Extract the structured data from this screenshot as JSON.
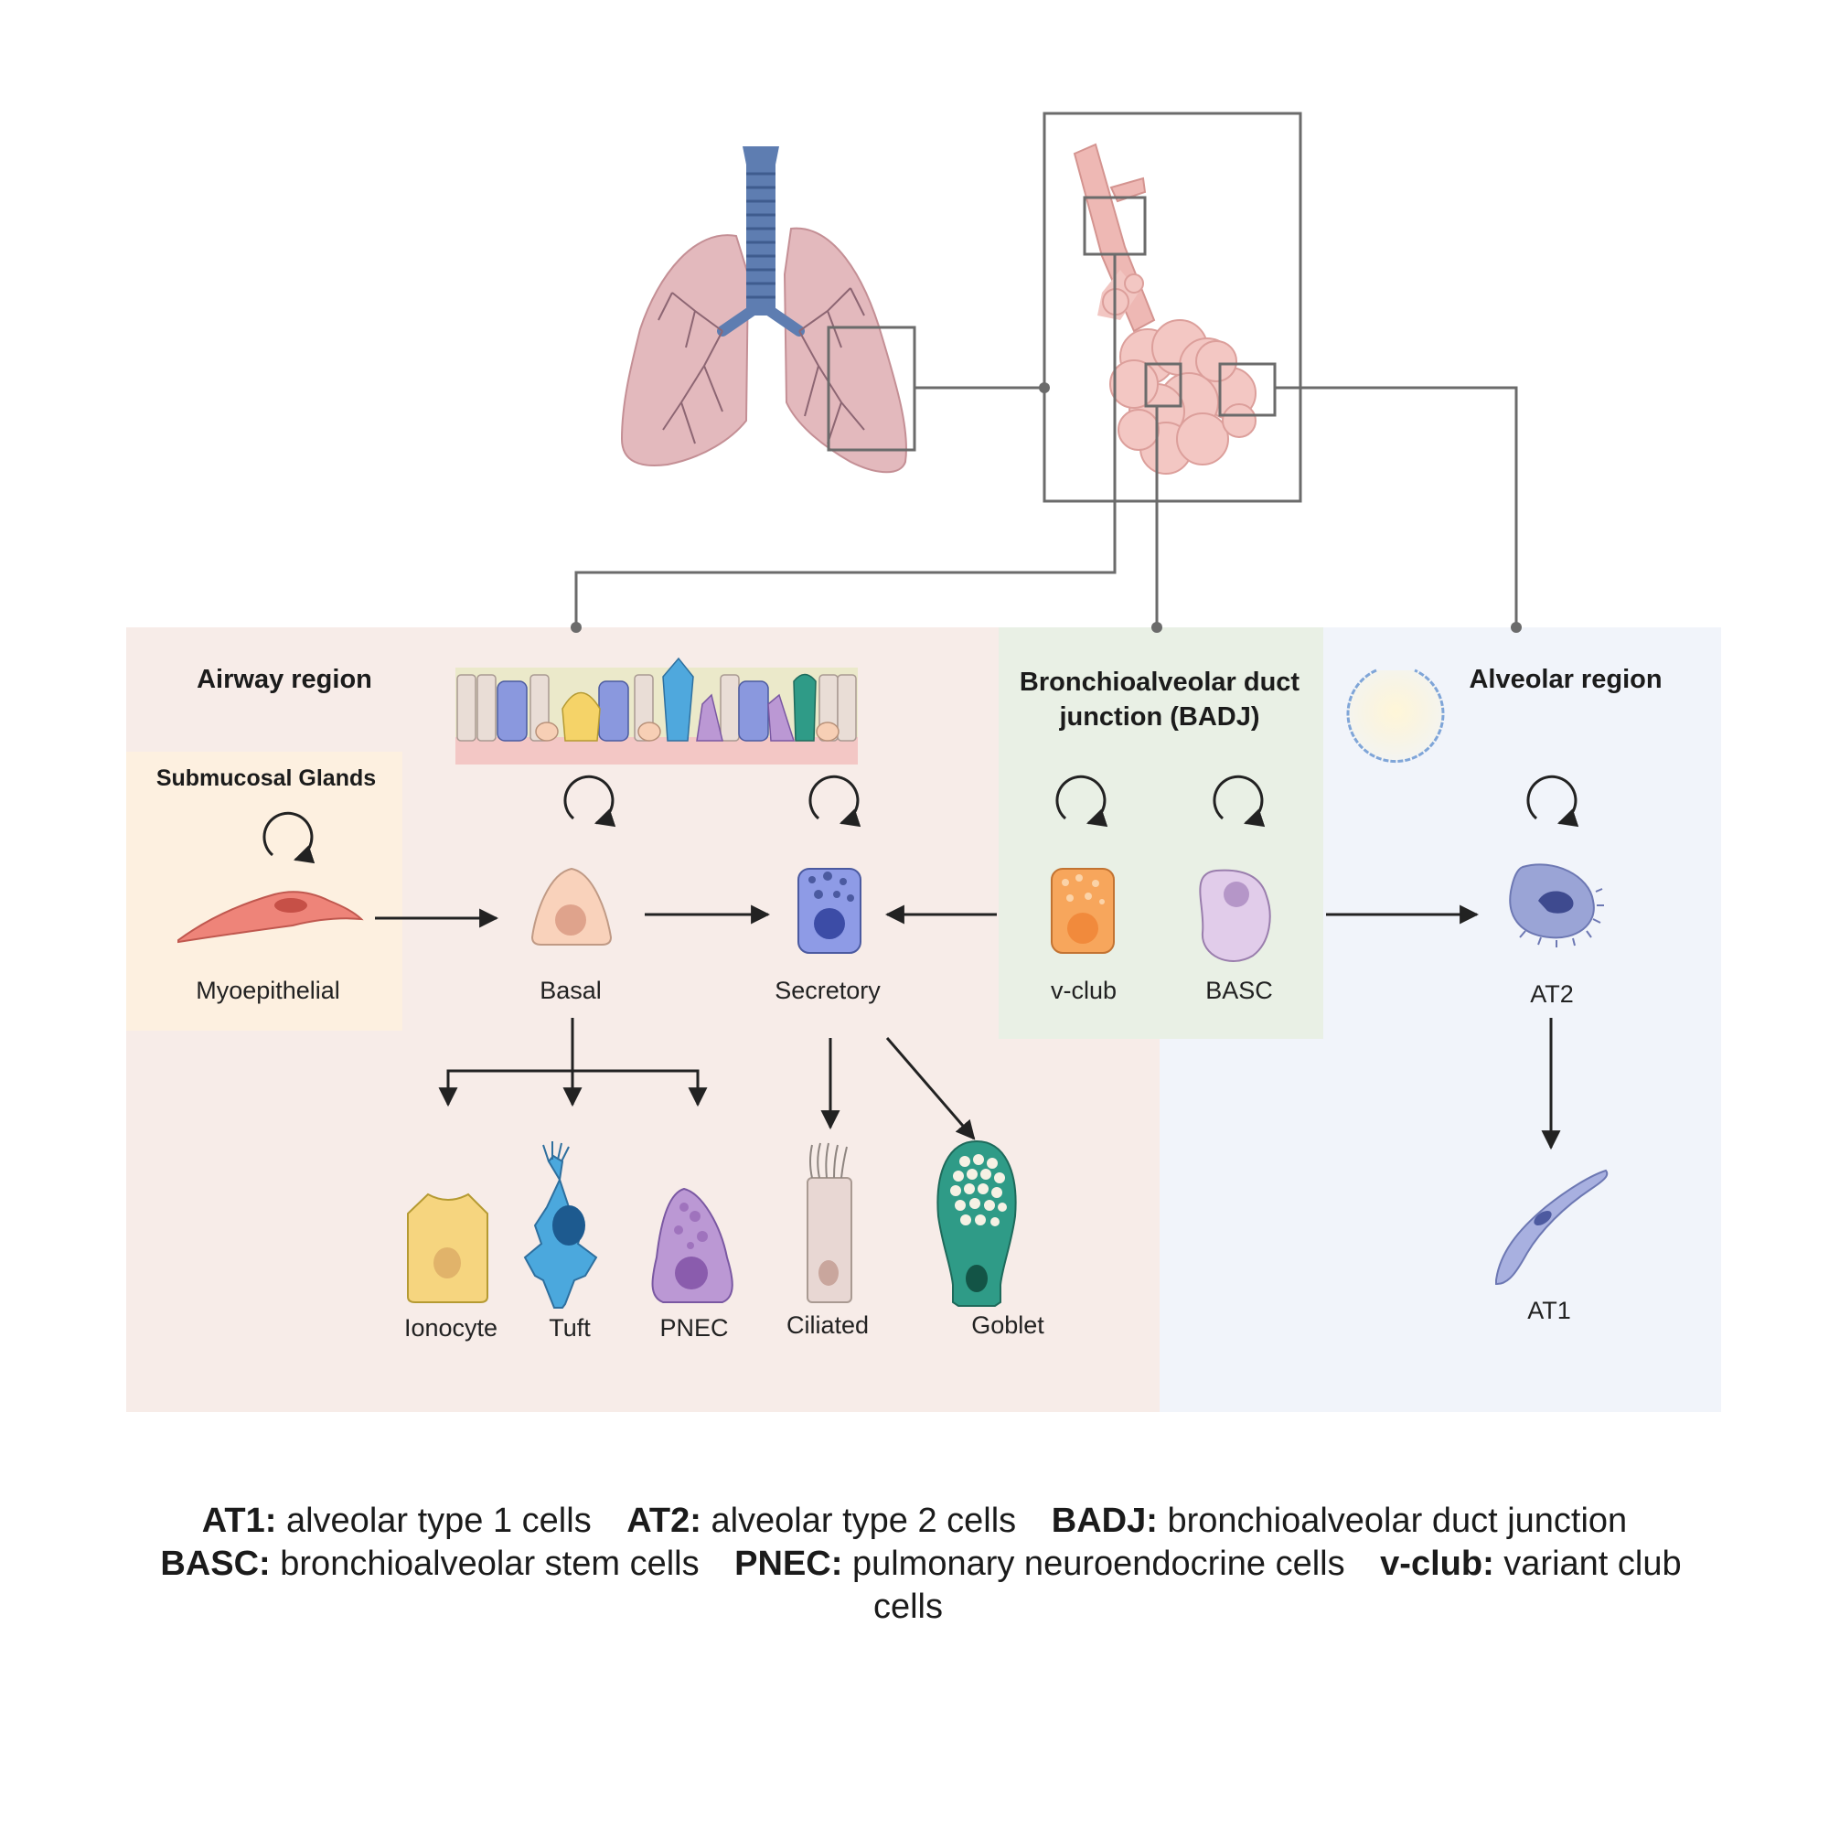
{
  "regions": {
    "airway": "Airway region",
    "glands": "Submucosal Glands",
    "badj_line1": "Bronchioalveolar duct",
    "badj_line2": "junction (BADJ)",
    "alveolar": "Alveolar region"
  },
  "cells": {
    "myoepithelial": "Myoepithelial",
    "basal": "Basal",
    "secretory": "Secretory",
    "vclub": "v-club",
    "basc": "BASC",
    "at2": "AT2",
    "at1": "AT1",
    "ionocyte": "Ionocyte",
    "tuft": "Tuft",
    "pnec": "PNEC",
    "ciliated": "Ciliated",
    "goblet": "Goblet"
  },
  "legend": [
    {
      "abbr": "AT1:",
      "def": "alveolar type 1 cells"
    },
    {
      "abbr": "AT2:",
      "def": "alveolar type 2 cells"
    },
    {
      "abbr": "BADJ:",
      "def": "bronchioalveolar duct junction"
    },
    {
      "abbr": "BASC:",
      "def": "bronchioalveolar stem cells"
    },
    {
      "abbr": "PNEC:",
      "def": "pulmonary neuroendocrine cells"
    },
    {
      "abbr": "v-club:",
      "def": "variant club cells"
    }
  ],
  "colors": {
    "airway_bg": "#f7ece8",
    "glands_bg": "#fdf0e0",
    "badj_bg": "#e9f0e5",
    "alveolar_bg": "#f1f4fa",
    "lung": "#e3b9bd",
    "trachea": "#5e7db1",
    "connector": "#6b6b6b"
  },
  "icons": [
    "lungs-icon",
    "bronchiole-icon",
    "alveolus-icon",
    "self-renewal-icon"
  ]
}
